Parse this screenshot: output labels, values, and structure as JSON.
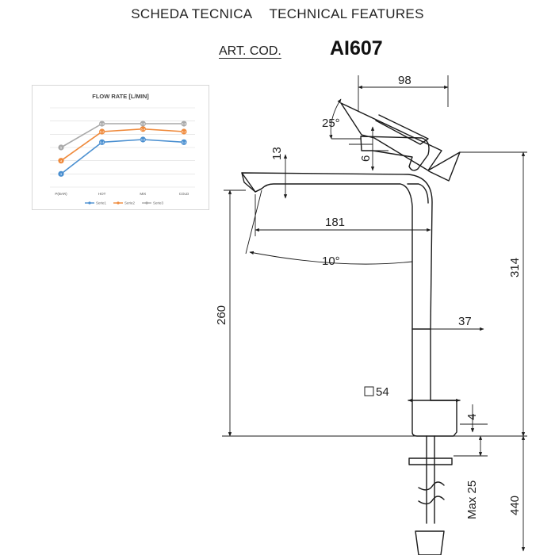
{
  "header": {
    "title_it": "SCHEDA TECNICA",
    "title_en": "TECHNICAL FEATURES",
    "art_label": "ART. COD.",
    "art_code": "AI607"
  },
  "colors": {
    "serie1": "#4a8fd0",
    "serie2": "#ef8a3c",
    "serie3": "#a9a9a9",
    "line": "#1a1a1a"
  },
  "drawing": {
    "dims": {
      "width_top": "98",
      "lever_angle": "25°",
      "lever_offset": "6",
      "spout_thickness": "13",
      "spout_reach": "181",
      "spout_angle": "10°",
      "height_spout": "260",
      "total_height": "314",
      "body_depth": "37",
      "base_square": "54",
      "base_thickness": "4",
      "max_deck": "Max 25",
      "hose_length": "440"
    }
  },
  "chart_data": {
    "type": "line",
    "title": "FLOW RATE [L/MIN]",
    "categories": [
      "P(BAR)",
      "HOT",
      "MIX",
      "COLD"
    ],
    "series": [
      {
        "name": "Serie1",
        "values": [
          3,
          5.4,
          5.6,
          5.4
        ]
      },
      {
        "name": "Serie2",
        "values": [
          4,
          6.2,
          6.4,
          6.2
        ]
      },
      {
        "name": "Serie3",
        "values": [
          5,
          6.8,
          6.8,
          6.8
        ]
      }
    ],
    "ylim": [
      2,
      8
    ],
    "grid": true,
    "legend": "bottom"
  }
}
